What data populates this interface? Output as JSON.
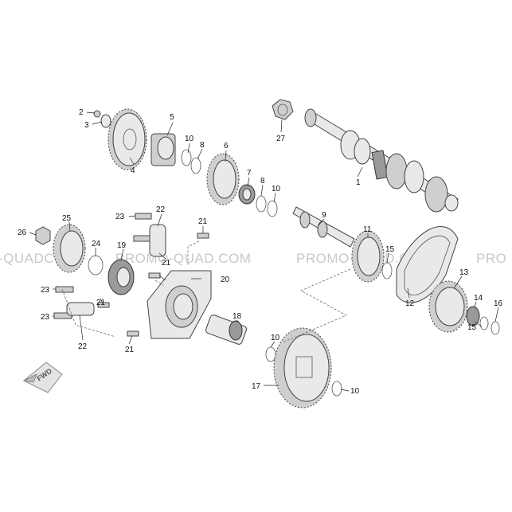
{
  "watermark": {
    "left": "-QUADCOM",
    "center_left": "PROMO-QUAD.COM",
    "center_right": "PROMO-QUAD.COM",
    "right": "PRO"
  },
  "fwd_label": "FWD",
  "callouts": {
    "c1": "1",
    "c2": "2",
    "c3": "3",
    "c4": "4",
    "c5": "5",
    "c6": "6",
    "c7": "7",
    "c8a": "8",
    "c8b": "8",
    "c9": "9",
    "c10a": "10",
    "c10b": "10",
    "c10c": "10",
    "c10d": "10",
    "c11": "11",
    "c12": "12",
    "c13": "13",
    "c14": "14",
    "c15a": "15",
    "c15b": "15",
    "c16": "16",
    "c17": "17",
    "c18": "18",
    "c19": "19",
    "c20": "20",
    "c21a": "21",
    "c21b": "21",
    "c21c": "21",
    "c21d": "21",
    "c22a": "22",
    "c22b": "22",
    "c23a": "23",
    "c23b": "23",
    "c23c": "23",
    "c24": "24",
    "c25": "25",
    "c26": "26",
    "c27": "27"
  }
}
